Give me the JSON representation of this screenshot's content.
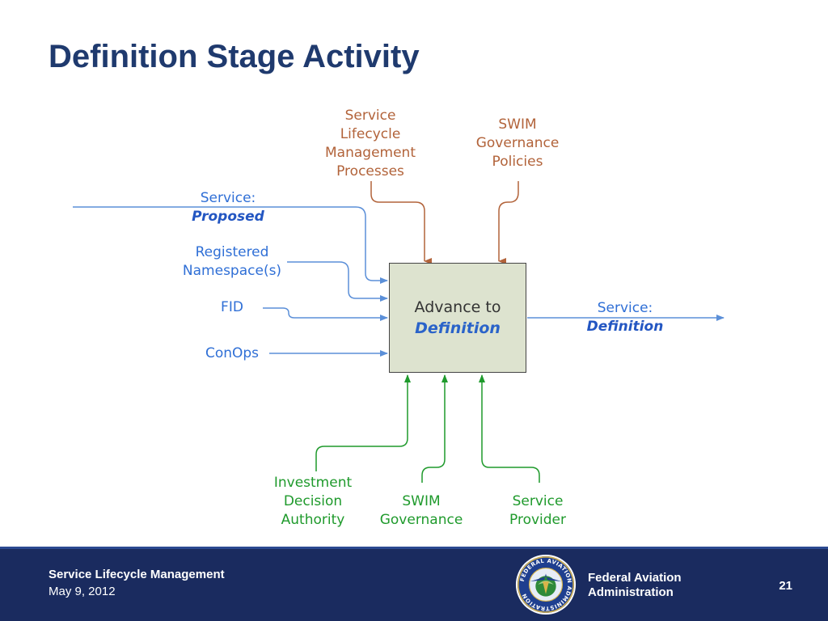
{
  "title": "Definition Stage Activity",
  "controls": {
    "slm_processes": [
      "Service",
      "Lifecycle",
      "Management",
      "Processes"
    ],
    "swim_policies": [
      "SWIM",
      "Governance",
      "Policies"
    ]
  },
  "inputs": {
    "service_proposed": {
      "line1": "Service:",
      "line2": "Proposed"
    },
    "registered_namespaces": [
      "Registered",
      "Namespace(s)"
    ],
    "fid": "FID",
    "conops": "ConOps"
  },
  "activity": {
    "line1": "Advance to",
    "line2": "Definition"
  },
  "output": {
    "line1": "Service:",
    "line2": "Definition"
  },
  "mechanisms": {
    "investment_decision_authority": [
      "Investment",
      "Decision",
      "Authority"
    ],
    "swim_governance": [
      "SWIM",
      "Governance"
    ],
    "service_provider": [
      "Service",
      "Provider"
    ]
  },
  "colors": {
    "title": "#1f3a6e",
    "control": "#b2633a",
    "input": "#2f6fd6",
    "mechanism": "#1f9a2c",
    "box_fill": "#dde3cf",
    "footer": "#1a2b5f"
  },
  "footer": {
    "title": "Service Lifecycle Management",
    "date": "May 9, 2012",
    "org_line1": "Federal Aviation",
    "org_line2": "Administration",
    "page_number": "21",
    "seal_text": "FEDERAL AVIATION ADMINISTRATION"
  }
}
